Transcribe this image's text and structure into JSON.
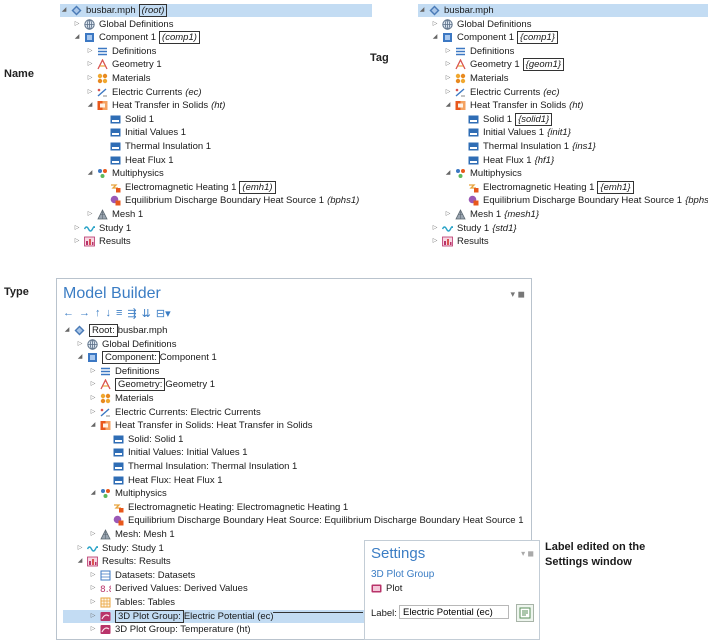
{
  "labels": {
    "name": "Name",
    "tag": "Tag",
    "type": "Type",
    "annotation_line1": "Label edited on the",
    "annotation_line2": "Settings window"
  },
  "name_tree": [
    {
      "id": "root",
      "level": 0,
      "tw": "open",
      "icon": "file",
      "text": "busbar.mph",
      "tag": "(root)",
      "tag_boxed": true,
      "selected": true
    },
    {
      "id": "gdef",
      "level": 1,
      "tw": "closed",
      "icon": "globe",
      "text": "Global Definitions",
      "tag": ""
    },
    {
      "id": "comp",
      "level": 1,
      "tw": "open",
      "icon": "component",
      "text": "Component 1",
      "tag": "(comp1)",
      "tag_boxed": true
    },
    {
      "id": "defs",
      "level": 2,
      "tw": "closed",
      "icon": "definitions",
      "text": "Definitions",
      "tag": ""
    },
    {
      "id": "geom",
      "level": 2,
      "tw": "closed",
      "icon": "geometry",
      "text": "Geometry 1",
      "tag": ""
    },
    {
      "id": "mat",
      "level": 2,
      "tw": "closed",
      "icon": "materials",
      "text": "Materials",
      "tag": ""
    },
    {
      "id": "ec",
      "level": 2,
      "tw": "closed",
      "icon": "electric",
      "text": "Electric Currents",
      "tag": "(ec)"
    },
    {
      "id": "ht",
      "level": 2,
      "tw": "open",
      "icon": "heat",
      "text": "Heat Transfer in Solids",
      "tag": "(ht)"
    },
    {
      "id": "solid",
      "level": 3,
      "tw": "none",
      "icon": "feature",
      "text": "Solid 1",
      "tag": ""
    },
    {
      "id": "init",
      "level": 3,
      "tw": "none",
      "icon": "feature",
      "text": "Initial Values 1",
      "tag": ""
    },
    {
      "id": "ins",
      "level": 3,
      "tw": "none",
      "icon": "feature",
      "text": "Thermal Insulation 1",
      "tag": ""
    },
    {
      "id": "hf",
      "level": 3,
      "tw": "none",
      "icon": "feature",
      "text": "Heat Flux 1",
      "tag": ""
    },
    {
      "id": "multi",
      "level": 2,
      "tw": "open",
      "icon": "multiphysics",
      "text": "Multiphysics",
      "tag": ""
    },
    {
      "id": "emh",
      "level": 3,
      "tw": "none",
      "icon": "emheat",
      "text": "Electromagnetic Heating 1",
      "tag": "(emh1)",
      "tag_boxed": true
    },
    {
      "id": "bphs",
      "level": 3,
      "tw": "none",
      "icon": "bphs",
      "text": "Equilibrium Discharge Boundary Heat Source 1",
      "tag": "(bphs1)"
    },
    {
      "id": "mesh",
      "level": 2,
      "tw": "closed",
      "icon": "mesh",
      "text": "Mesh 1",
      "tag": ""
    },
    {
      "id": "study",
      "level": 1,
      "tw": "closed",
      "icon": "study",
      "text": "Study 1",
      "tag": ""
    },
    {
      "id": "results",
      "level": 1,
      "tw": "closed",
      "icon": "results",
      "text": "Results",
      "tag": ""
    }
  ],
  "tag_tree": [
    {
      "id": "root",
      "level": 0,
      "tw": "open",
      "icon": "file",
      "text": "busbar.mph",
      "tag": "",
      "selected": true
    },
    {
      "id": "gdef",
      "level": 1,
      "tw": "closed",
      "icon": "globe",
      "text": "Global Definitions",
      "tag": ""
    },
    {
      "id": "comp",
      "level": 1,
      "tw": "open",
      "icon": "component",
      "text": "Component 1",
      "tag": "{comp1}",
      "tag_boxed": true
    },
    {
      "id": "defs",
      "level": 2,
      "tw": "closed",
      "icon": "definitions",
      "text": "Definitions",
      "tag": ""
    },
    {
      "id": "geom",
      "level": 2,
      "tw": "closed",
      "icon": "geometry",
      "text": "Geometry 1",
      "tag": "{geom1}",
      "tag_boxed": true
    },
    {
      "id": "mat",
      "level": 2,
      "tw": "closed",
      "icon": "materials",
      "text": "Materials",
      "tag": ""
    },
    {
      "id": "ec",
      "level": 2,
      "tw": "closed",
      "icon": "electric",
      "text": "Electric Currents",
      "tag": "(ec)"
    },
    {
      "id": "ht",
      "level": 2,
      "tw": "open",
      "icon": "heat",
      "text": "Heat Transfer in Solids",
      "tag": "(ht)"
    },
    {
      "id": "solid",
      "level": 3,
      "tw": "none",
      "icon": "feature",
      "text": "Solid 1",
      "tag": "{solid1}",
      "tag_boxed": true
    },
    {
      "id": "init",
      "level": 3,
      "tw": "none",
      "icon": "feature",
      "text": "Initial Values 1",
      "tag": "{init1}"
    },
    {
      "id": "ins",
      "level": 3,
      "tw": "none",
      "icon": "feature",
      "text": "Thermal Insulation 1",
      "tag": "{ins1}"
    },
    {
      "id": "hf",
      "level": 3,
      "tw": "none",
      "icon": "feature",
      "text": "Heat Flux 1",
      "tag": "{hf1}"
    },
    {
      "id": "multi",
      "level": 2,
      "tw": "open",
      "icon": "multiphysics",
      "text": "Multiphysics",
      "tag": ""
    },
    {
      "id": "emh",
      "level": 3,
      "tw": "none",
      "icon": "emheat",
      "text": "Electromagnetic Heating 1",
      "tag": "{emh1}",
      "tag_boxed": true
    },
    {
      "id": "bphs",
      "level": 3,
      "tw": "none",
      "icon": "bphs",
      "text": "Equilibrium Discharge Boundary Heat Source 1",
      "tag": "{bphs"
    },
    {
      "id": "mesh",
      "level": 2,
      "tw": "closed",
      "icon": "mesh",
      "text": "Mesh 1",
      "tag": "{mesh1}"
    },
    {
      "id": "study",
      "level": 1,
      "tw": "closed",
      "icon": "study",
      "text": "Study 1",
      "tag": "{std1}"
    },
    {
      "id": "results",
      "level": 1,
      "tw": "closed",
      "icon": "results",
      "text": "Results",
      "tag": ""
    }
  ],
  "model_builder": {
    "title": "Model Builder",
    "controls": "▾ ◼",
    "toolbar": [
      "←",
      "→",
      "↑",
      "↓",
      "≡",
      "⇶",
      "⇊",
      "⊟▾"
    ],
    "tree": [
      {
        "id": "root",
        "level": 0,
        "tw": "open",
        "icon": "file",
        "type": "Root:",
        "type_boxed": true,
        "text": " busbar.mph"
      },
      {
        "id": "gdef",
        "level": 1,
        "tw": "closed",
        "icon": "globe",
        "type": "",
        "text": "Global Definitions"
      },
      {
        "id": "comp",
        "level": 1,
        "tw": "open",
        "icon": "component",
        "type": "Component:",
        "type_boxed": true,
        "text": " Component 1"
      },
      {
        "id": "defs",
        "level": 2,
        "tw": "closed",
        "icon": "definitions",
        "type": "",
        "text": "Definitions"
      },
      {
        "id": "geom",
        "level": 2,
        "tw": "closed",
        "icon": "geometry",
        "type": "Geometry:",
        "type_boxed": true,
        "text": " Geometry 1"
      },
      {
        "id": "mat",
        "level": 2,
        "tw": "closed",
        "icon": "materials",
        "type": "",
        "text": "Materials"
      },
      {
        "id": "ec",
        "level": 2,
        "tw": "closed",
        "icon": "electric",
        "type": "",
        "text": "Electric Currents: Electric Currents"
      },
      {
        "id": "ht",
        "level": 2,
        "tw": "open",
        "icon": "heat",
        "type": "",
        "text": "Heat Transfer in Solids: Heat Transfer in Solids"
      },
      {
        "id": "solid",
        "level": 3,
        "tw": "none",
        "icon": "feature",
        "type": "",
        "text": "Solid: Solid 1"
      },
      {
        "id": "init",
        "level": 3,
        "tw": "none",
        "icon": "feature",
        "type": "",
        "text": "Initial Values: Initial Values 1"
      },
      {
        "id": "ins",
        "level": 3,
        "tw": "none",
        "icon": "feature",
        "type": "",
        "text": "Thermal Insulation: Thermal Insulation 1"
      },
      {
        "id": "hf",
        "level": 3,
        "tw": "none",
        "icon": "feature",
        "type": "",
        "text": "Heat Flux: Heat Flux 1"
      },
      {
        "id": "multi",
        "level": 2,
        "tw": "open",
        "icon": "multiphysics",
        "type": "",
        "text": "Multiphysics"
      },
      {
        "id": "emh",
        "level": 3,
        "tw": "none",
        "icon": "emheat",
        "type": "",
        "text": "Electromagnetic Heating: Electromagnetic Heating 1"
      },
      {
        "id": "bphs",
        "level": 3,
        "tw": "none",
        "icon": "bphs",
        "type": "",
        "text": "Equilibrium Discharge Boundary Heat Source: Equilibrium Discharge Boundary Heat Source 1"
      },
      {
        "id": "mesh",
        "level": 2,
        "tw": "closed",
        "icon": "mesh",
        "type": "",
        "text": "Mesh: Mesh 1"
      },
      {
        "id": "study",
        "level": 1,
        "tw": "closed",
        "icon": "study",
        "type": "",
        "text": "Study: Study 1"
      },
      {
        "id": "results",
        "level": 1,
        "tw": "open",
        "icon": "results",
        "type": "",
        "text": "Results: Results"
      },
      {
        "id": "datasets",
        "level": 2,
        "tw": "closed",
        "icon": "datasets",
        "type": "",
        "text": "Datasets: Datasets"
      },
      {
        "id": "derived",
        "level": 2,
        "tw": "closed",
        "icon": "derived",
        "type": "",
        "text": "Derived Values: Derived Values"
      },
      {
        "id": "tables",
        "level": 2,
        "tw": "closed",
        "icon": "tables",
        "type": "",
        "text": "Tables: Tables"
      },
      {
        "id": "pg1",
        "level": 2,
        "tw": "closed",
        "icon": "plot3d",
        "type": "3D Plot Group:",
        "type_boxed": true,
        "text": " Electric Potential (ec)",
        "selected": true
      },
      {
        "id": "pg2",
        "level": 2,
        "tw": "closed",
        "icon": "plot3d",
        "type": "",
        "text": "3D Plot Group: Temperature (ht)"
      }
    ]
  },
  "settings": {
    "title": "Settings",
    "controls": "▾ ◼",
    "subtitle": "3D Plot Group",
    "plot_label": "Plot",
    "label_caption": "Label:",
    "label_value": "Electric Potential (ec)"
  },
  "colors": {
    "accent": "#3b7dc4",
    "selection": "#c3dcf3"
  }
}
